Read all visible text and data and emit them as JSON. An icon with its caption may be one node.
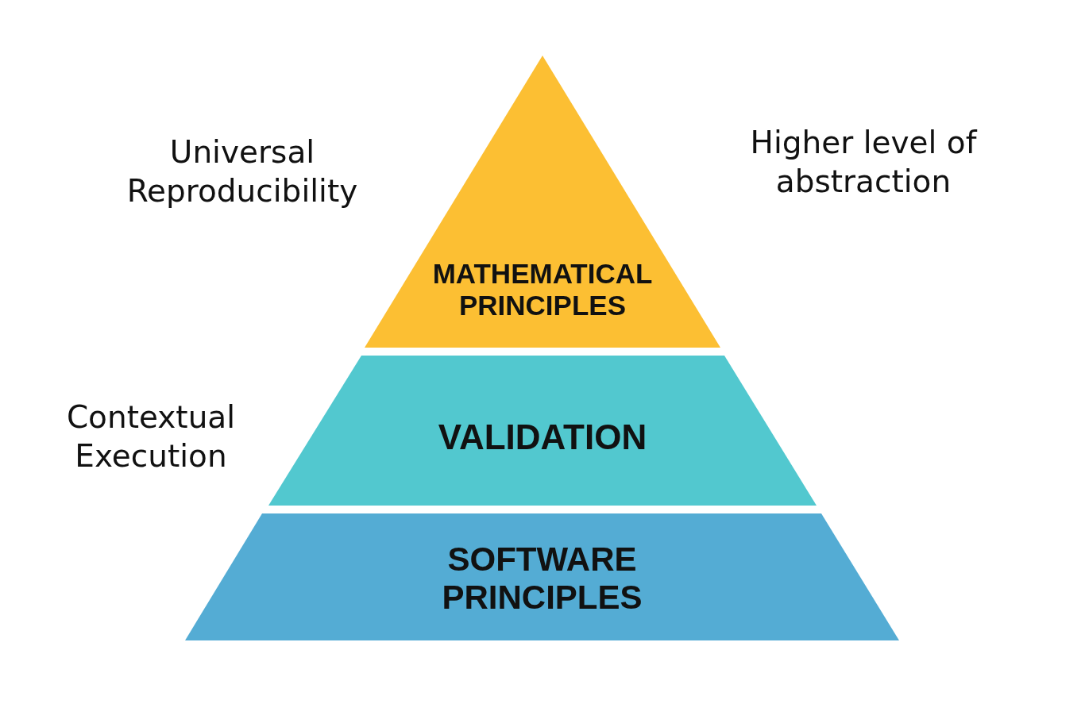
{
  "diagram": {
    "nodes": [
      {
        "text": [
          "MATHEMATICAL PRINCIPLES"
        ]
      },
      {
        "text": [
          "VALIDATION"
        ]
      },
      {
        "text": [
          "SOFTWARE PRINCIPLES"
        ]
      }
    ],
    "labels": [
      "Universal Reproducibility",
      "Higher level of abstraction",
      "Contextual Execution"
    ]
  }
}
